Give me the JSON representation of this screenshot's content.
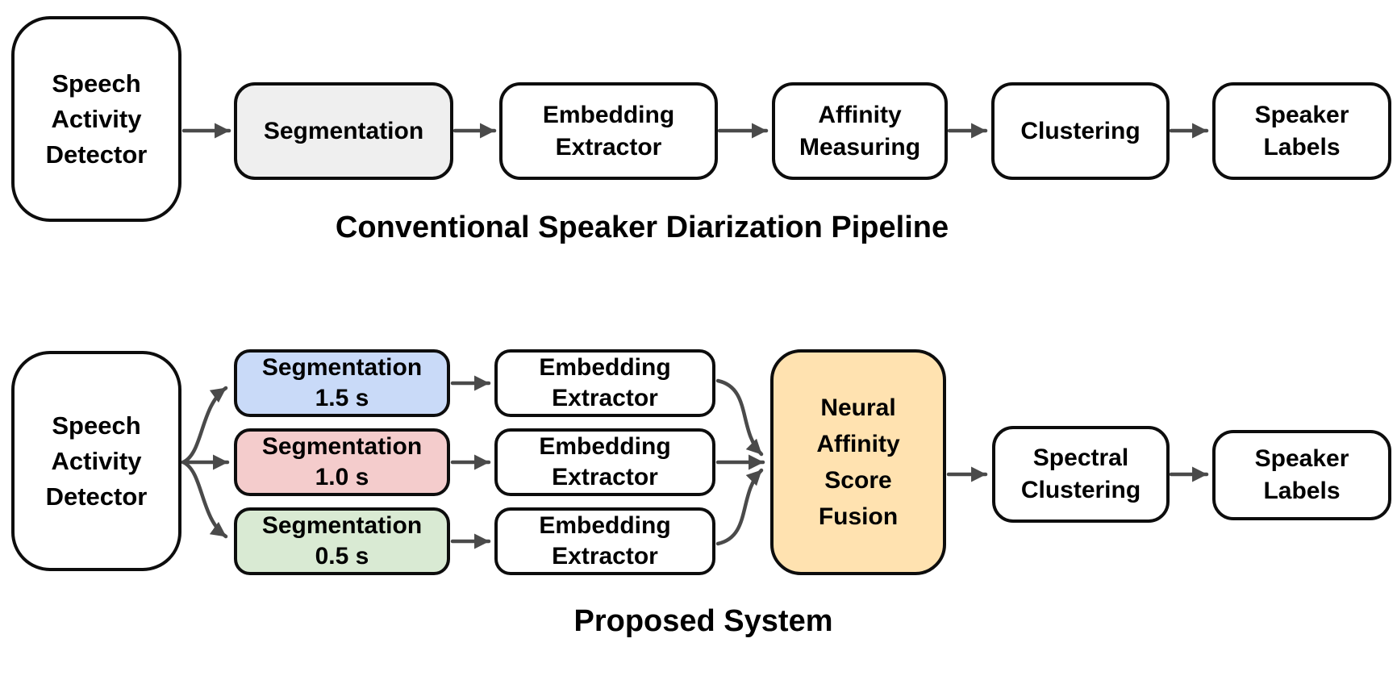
{
  "colors": {
    "background": "#ffffff",
    "border": "#0d0d0d",
    "arrow": "#4a4a4a",
    "segmentation_gray": "#efefef",
    "segmentation_1_5s_blue": "#c9daf8",
    "segmentation_1_0s_pink": "#f4cccc",
    "segmentation_0_5s_green": "#d9ead3",
    "fusion_orange": "#ffe2b0",
    "node_white": "#ffffff"
  },
  "conventional": {
    "title": "Conventional Speaker Diarization Pipeline",
    "nodes": {
      "sad": {
        "lines": [
          "Speech",
          "Activity",
          "Detector"
        ]
      },
      "segmentation": {
        "lines": [
          "Segmentation"
        ]
      },
      "embedding": {
        "lines": [
          "Embedding",
          "Extractor"
        ]
      },
      "affinity": {
        "lines": [
          "Affinity",
          "Measuring"
        ]
      },
      "clustering": {
        "lines": [
          "Clustering"
        ]
      },
      "speaker_labels": {
        "lines": [
          "Speaker",
          "Labels"
        ]
      }
    }
  },
  "proposed": {
    "title": "Proposed System",
    "nodes": {
      "sad": {
        "lines": [
          "Speech",
          "Activity",
          "Detector"
        ]
      },
      "seg15": {
        "lines": [
          "Segmentation",
          "1.5 s"
        ]
      },
      "seg10": {
        "lines": [
          "Segmentation",
          "1.0 s"
        ]
      },
      "seg05": {
        "lines": [
          "Segmentation",
          "0.5 s"
        ]
      },
      "ee1": {
        "lines": [
          "Embedding",
          "Extractor"
        ]
      },
      "ee2": {
        "lines": [
          "Embedding",
          "Extractor"
        ]
      },
      "ee3": {
        "lines": [
          "Embedding",
          "Extractor"
        ]
      },
      "nasf": {
        "lines": [
          "Neural",
          "Affinity",
          "Score",
          "Fusion"
        ]
      },
      "spectral": {
        "lines": [
          "Spectral",
          "Clustering"
        ]
      },
      "speaker_labels": {
        "lines": [
          "Speaker",
          "Labels"
        ]
      }
    }
  }
}
